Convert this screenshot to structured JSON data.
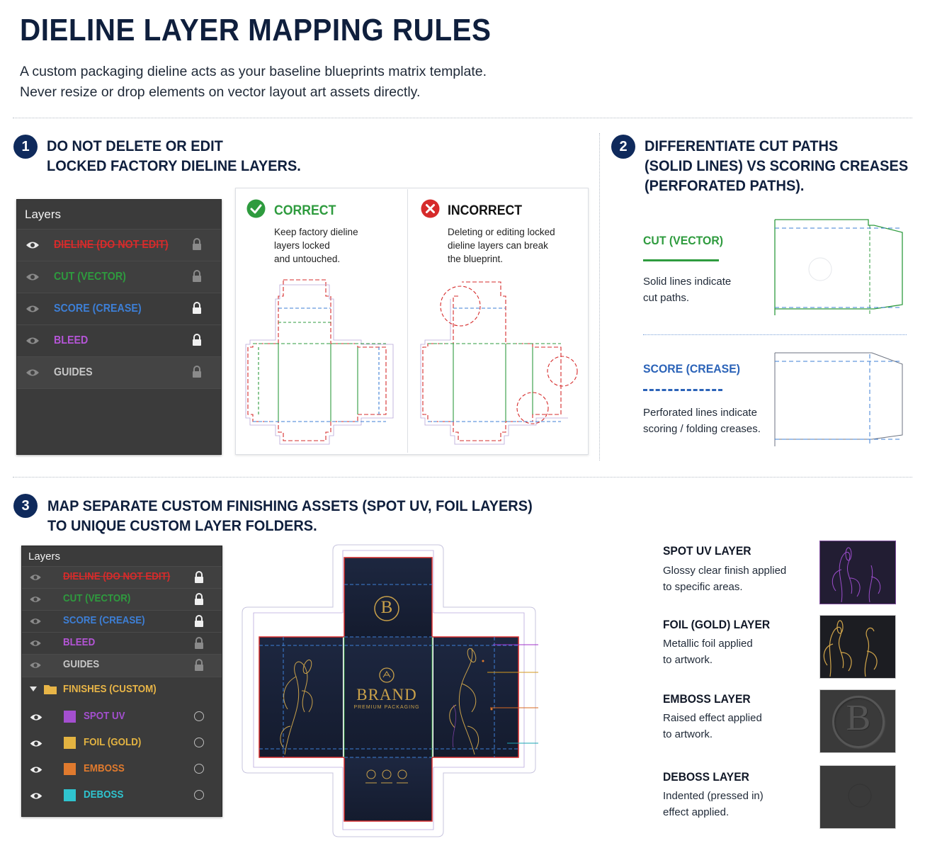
{
  "title": "DIELINE LAYER MAPPING RULES",
  "intro": [
    "A custom packaging dieline acts as your baseline blueprints matrix template.",
    "Never resize or drop elements on vector layout art assets directly."
  ],
  "section1": {
    "number": "1",
    "title": [
      "DO NOT DELETE OR EDIT",
      "LOCKED FACTORY DIELINE LAYERS."
    ],
    "panel_title": "Layers",
    "layers": [
      {
        "label": "DIELINE (DO NOT EDIT)",
        "color": "#d62b2b"
      },
      {
        "label": "CUT (VECTOR)",
        "color": "#2e9b3e"
      },
      {
        "label": "SCORE (CREASE)",
        "color": "#3d7fd6"
      },
      {
        "label": "BLEED",
        "color": "#b455d6"
      },
      {
        "label": "GUIDES",
        "color": "#c7c7c7"
      }
    ],
    "correct": {
      "title": "CORRECT",
      "desc": [
        "Keep factory dieline",
        "layers locked",
        "and untouched."
      ],
      "color": "#2e9b3e"
    },
    "incorrect": {
      "title": "INCORRECT",
      "desc": [
        "Deleting or editing locked",
        "dieline layers can break",
        "the blueprint."
      ],
      "color": "#d62b2b"
    }
  },
  "section2": {
    "number": "2",
    "title": [
      "DIFFERENTIATE CUT PATHS",
      "(SOLID LINES) VS SCORING CREASES",
      "(PERFORATED PATHS)."
    ],
    "cut": {
      "title": "CUT (VECTOR)",
      "desc": [
        "Solid lines indicate",
        "cut paths."
      ],
      "color": "#2e9b3e"
    },
    "score": {
      "title": "SCORE (CREASE)",
      "desc": [
        "Perforated lines indicate",
        "scoring / folding creases."
      ],
      "color": "#2b63b8"
    }
  },
  "section3": {
    "number": "3",
    "title": [
      "MAP SEPARATE CUSTOM FINISHING ASSETS (SPOT UV, FOIL LAYERS)",
      "TO UNIQUE CUSTOM LAYER FOLDERS."
    ],
    "panel_title": "Layers",
    "locked_layers": [
      {
        "label": "DIELINE (DO NOT EDIT)",
        "color": "#d62b2b"
      },
      {
        "label": "CUT (VECTOR)",
        "color": "#2e9b3e"
      },
      {
        "label": "SCORE (CREASE)",
        "color": "#3d7fd6"
      },
      {
        "label": "BLEED",
        "color": "#b455d6"
      },
      {
        "label": "GUIDES",
        "color": "#c7c7c7"
      }
    ],
    "folder": {
      "label": "FINISHES (CUSTOM)",
      "color": "#e8b547"
    },
    "finish_layers": [
      {
        "label": "SPOT UV",
        "color": "#a44fd0"
      },
      {
        "label": "FOIL (GOLD)",
        "color": "#e3b341"
      },
      {
        "label": "EMBOSS",
        "color": "#e07a2e"
      },
      {
        "label": "DEBOSS",
        "color": "#2fc4cf"
      }
    ],
    "box": {
      "logo": "B",
      "brand": "BRAND",
      "tagline": "PREMIUM PACKAGING",
      "thumb_logo": "B"
    },
    "finishes": [
      {
        "title": "SPOT UV LAYER",
        "desc": [
          "Glossy clear finish applied",
          "to specific areas."
        ],
        "color": "#a033c9"
      },
      {
        "title": "FOIL (GOLD) LAYER",
        "desc": [
          "Metallic foil applied",
          "to artwork."
        ],
        "color": "#d69a1f"
      },
      {
        "title": "EMBOSS LAYER",
        "desc": [
          "Raised effect applied",
          "to artwork."
        ],
        "color": "#d86a22"
      },
      {
        "title": "DEBOSS LAYER",
        "desc": [
          "Indented (pressed in)",
          "effect applied."
        ],
        "color": "#1aa6b3"
      }
    ]
  }
}
